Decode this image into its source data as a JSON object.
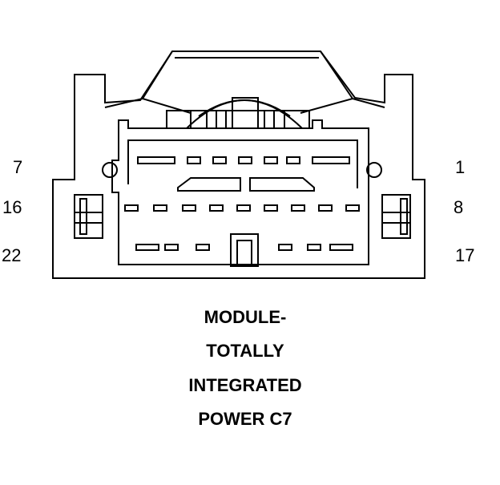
{
  "pin_labels": {
    "left_top": "7",
    "left_middle": "16",
    "left_bottom": "22",
    "right_top": "1",
    "right_middle": "8",
    "right_bottom": "17"
  },
  "title_lines": [
    "MODULE-",
    "TOTALLY",
    "INTEGRATED",
    "POWER C7"
  ],
  "colors": {
    "stroke": "#000000",
    "background": "#ffffff"
  }
}
